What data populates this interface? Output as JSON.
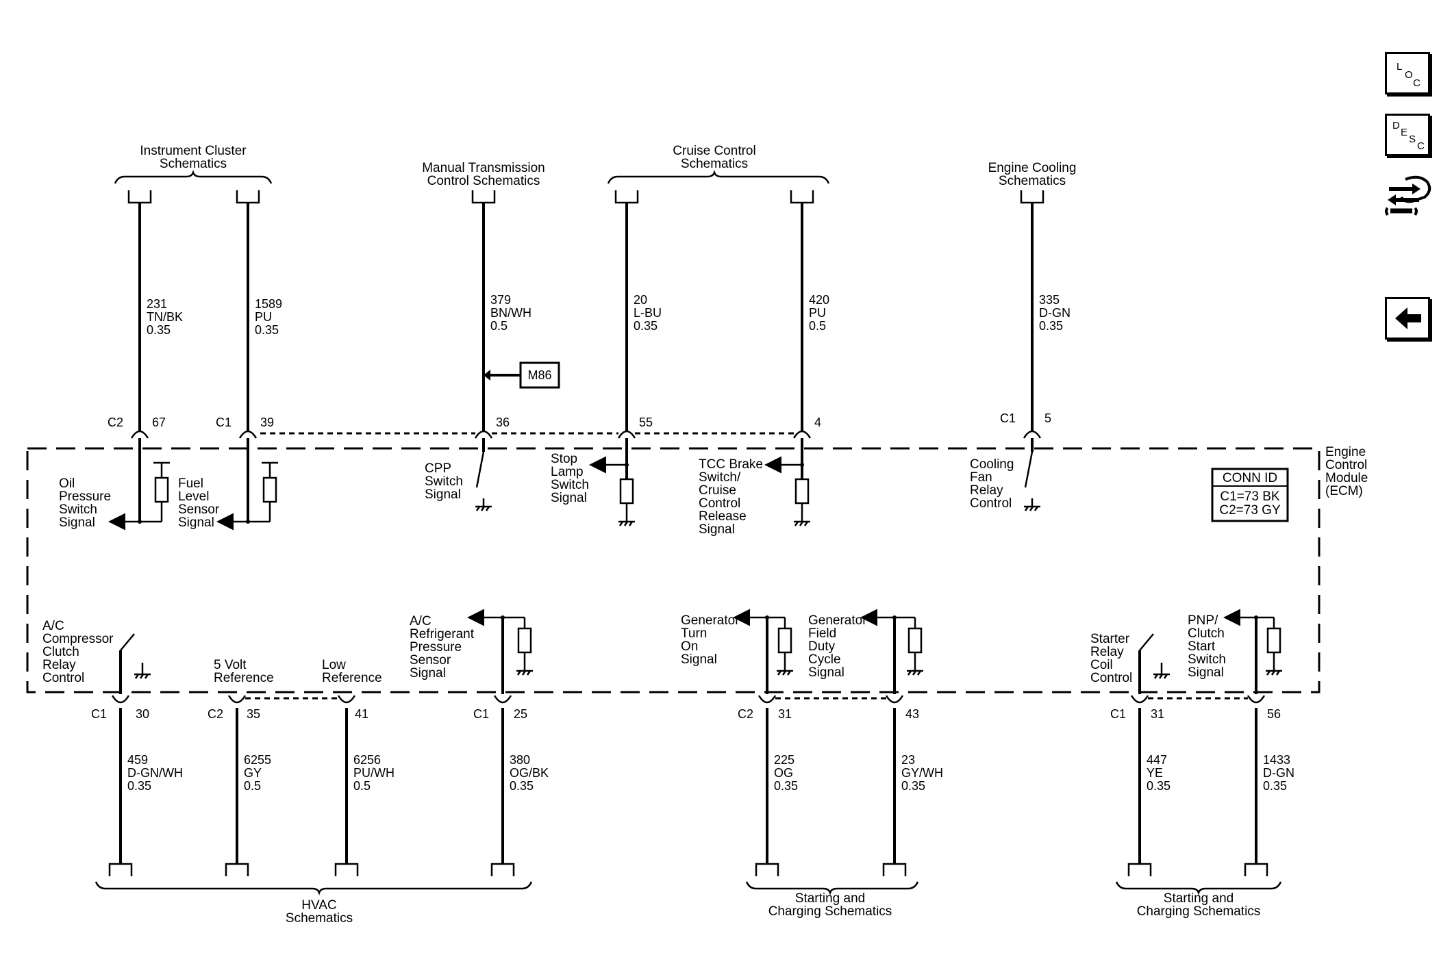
{
  "nav": {
    "loc": [
      "L",
      "O",
      "C"
    ],
    "desc": [
      "D",
      "E",
      "S",
      "C"
    ]
  },
  "ecm_label": [
    "Engine",
    "Control",
    "Module",
    "(ECM)"
  ],
  "conn_id": {
    "title": "CONN ID",
    "lines": [
      "C1=73 BK",
      "C2=73 GY"
    ]
  },
  "destinations": {
    "instrument_cluster": [
      "Instrument Cluster",
      "Schematics"
    ],
    "manual_trans": [
      "Manual Transmission",
      "Control Schematics"
    ],
    "cruise_control": [
      "Cruise Control",
      "Schematics"
    ],
    "engine_cooling": [
      "Engine Cooling",
      "Schematics"
    ],
    "hvac": [
      "HVAC",
      "Schematics"
    ],
    "starting_charging_1": [
      "Starting and",
      "Charging Schematics"
    ],
    "starting_charging_2": [
      "Starting and",
      "Charging Schematics"
    ]
  },
  "splice": "M86",
  "top_circuits": [
    {
      "id": "oil",
      "conn": "C2",
      "pin": "67",
      "circuit": [
        "231",
        "TN/BK",
        "0.35"
      ],
      "signal": [
        "Oil",
        "Pressure",
        "Switch",
        "Signal"
      ]
    },
    {
      "id": "fuel",
      "conn": "C1",
      "pin": "39",
      "circuit": [
        "1589",
        "PU",
        "0.35"
      ],
      "signal": [
        "Fuel",
        "Level",
        "Sensor",
        "Signal"
      ]
    },
    {
      "id": "cpp",
      "conn": "",
      "pin": "36",
      "circuit": [
        "379",
        "BN/WH",
        "0.5"
      ],
      "signal": [
        "CPP",
        "Switch",
        "Signal"
      ]
    },
    {
      "id": "stop",
      "conn": "",
      "pin": "55",
      "circuit": [
        "20",
        "L-BU",
        "0.35"
      ],
      "signal": [
        "Stop",
        "Lamp",
        "Switch",
        "Signal"
      ]
    },
    {
      "id": "tcc",
      "conn": "",
      "pin": "4",
      "circuit": [
        "420",
        "PU",
        "0.5"
      ],
      "signal": [
        "TCC Brake",
        "Switch/",
        "Cruise",
        "Control",
        "Release",
        "Signal"
      ]
    },
    {
      "id": "fan",
      "conn": "C1",
      "pin": "5",
      "circuit": [
        "335",
        "D-GN",
        "0.35"
      ],
      "signal": [
        "Cooling",
        "Fan",
        "Relay",
        "Control"
      ]
    }
  ],
  "bottom_circuits": [
    {
      "id": "ac_relay",
      "conn": "C1",
      "pin": "30",
      "circuit": [
        "459",
        "D-GN/WH",
        "0.35"
      ],
      "signal": [
        "A/C",
        "Compressor",
        "Clutch",
        "Relay",
        "Control"
      ]
    },
    {
      "id": "ref5v",
      "conn": "C2",
      "pin": "35",
      "circuit": [
        "6255",
        "GY",
        "0.5"
      ],
      "signal": [
        "5 Volt",
        "Reference"
      ]
    },
    {
      "id": "lowref",
      "conn": "",
      "pin": "41",
      "circuit": [
        "6256",
        "PU/WH",
        "0.5"
      ],
      "signal": [
        "Low",
        "Reference"
      ]
    },
    {
      "id": "ac_press",
      "conn": "C1",
      "pin": "25",
      "circuit": [
        "380",
        "OG/BK",
        "0.35"
      ],
      "signal": [
        "A/C",
        "Refrigerant",
        "Pressure",
        "Sensor",
        "Signal"
      ]
    },
    {
      "id": "gen_turn",
      "conn": "C2",
      "pin": "31",
      "circuit": [
        "225",
        "OG",
        "0.35"
      ],
      "signal": [
        "Generator",
        "Turn",
        "On",
        "Signal"
      ]
    },
    {
      "id": "gen_field",
      "conn": "",
      "pin": "43",
      "circuit": [
        "23",
        "GY/WH",
        "0.35"
      ],
      "signal": [
        "Generator",
        "Field",
        "Duty",
        "Cycle",
        "Signal"
      ]
    },
    {
      "id": "starter",
      "conn": "C1",
      "pin": "31",
      "circuit": [
        "447",
        "YE",
        "0.35"
      ],
      "signal": [
        "Starter",
        "Relay",
        "Coil",
        "Control"
      ]
    },
    {
      "id": "pnp",
      "conn": "",
      "pin": "56",
      "circuit": [
        "1433",
        "D-GN",
        "0.35"
      ],
      "signal": [
        "PNP/",
        "Clutch",
        "Start",
        "Switch",
        "Signal"
      ]
    }
  ]
}
